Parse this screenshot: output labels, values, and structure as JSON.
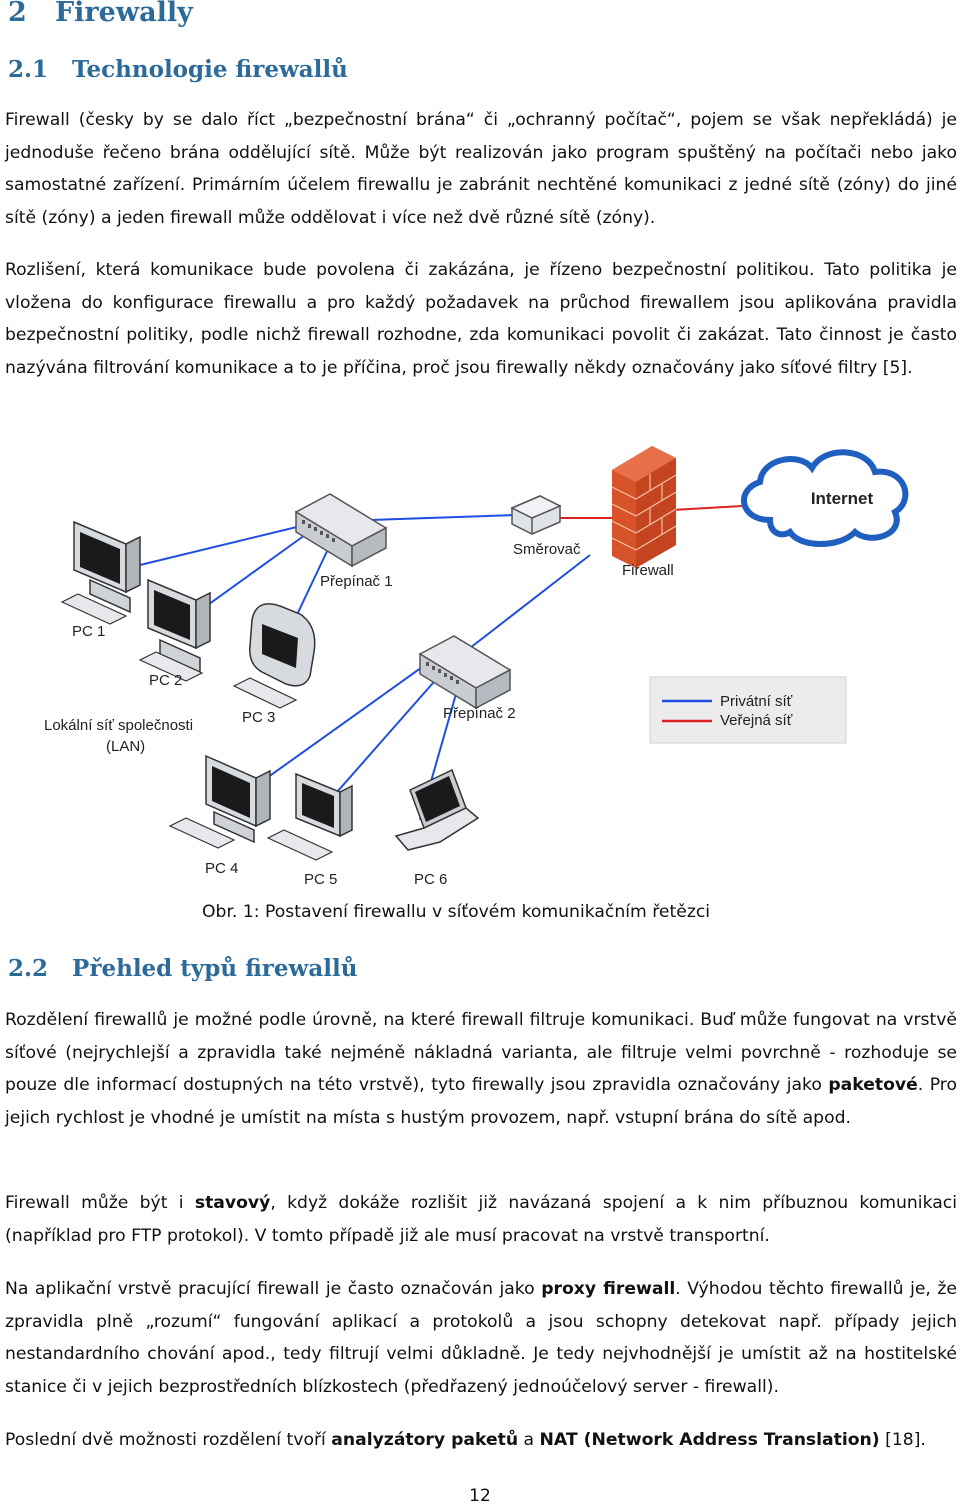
{
  "section1": {
    "number": "2",
    "title": "Firewally"
  },
  "section11": {
    "number": "2.1",
    "title": "Technologie firewallů"
  },
  "para1": {
    "a": "Firewall (česky by se dalo říct „bezpečnostní brána“ či „ochranný počítač“, pojem se však nepřekládá) je jednoduše řečeno brána oddělující sítě. Může být realizován jako program spuštěný na počítači nebo jako samostatné zařízení. Primárním účelem firewallu je zabránit nechtěné komunikaci z jedné sítě (zóny) do jiné sítě (zóny) a jeden firewall může oddělovat i více než dvě různé sítě (zóny)."
  },
  "para2": {
    "a": "Rozlišení, která komunikace bude povolena či zakázána, je řízeno bezpečnostní politikou. Tato politika je vložena do konfigurace firewallu a pro každý požadavek na průchod firewallem jsou aplikována pravidla bezpečnostní politiky, podle nichž firewall rozhodne, zda komunikaci povolit či zakázat. Tato činnost je často nazývána filtrování komunikace a to je příčina, proč jsou firewally někdy označovány jako síťové filtry [5]."
  },
  "figure": {
    "labels": {
      "internet": "Internet",
      "firewall": "Firewall",
      "router": "Směrovač",
      "switch1": "Přepínač 1",
      "switch2": "Přepínač 2",
      "pc1": "PC 1",
      "pc2": "PC 2",
      "pc3": "PC 3",
      "pc4": "PC 4",
      "pc5": "PC 5",
      "pc6": "PC 6",
      "lan1": "Lokální síť společnosti",
      "lan2": "(LAN)"
    },
    "legend": {
      "private": "Privátní síť",
      "public": "Veřejná síť"
    },
    "colors": {
      "private": "#1f4fe0",
      "public": "#e02020",
      "brick": "#d9532a"
    }
  },
  "caption": "Obr. 1: Postavení firewallu v síťovém komunikačním řetězci",
  "section12": {
    "number": "2.2",
    "title": "Přehled typů firewallů"
  },
  "para3": {
    "a": "Rozdělení firewallů je možné podle úrovně, na které firewall filtruje komunikaci. Buď může fungovat na vrstvě síťové (nejrychlejší a zpravidla také nejméně nákladná varianta, ale filtruje velmi povrchně - rozhoduje se pouze dle informací dostupných na této vrstvě), tyto firewally jsou zpravidla označovány jako ",
    "b": "paketové",
    "c": ". Pro jejich rychlost je vhodné je umístit na místa s hustým provozem, např. vstupní brána do sítě apod."
  },
  "para4": {
    "a": "Firewall může být i ",
    "b": "stavový",
    "c": ", když dokáže rozlišit již navázaná spojení a k nim příbuznou komunikaci (například pro FTP protokol). V tomto případě již ale musí pracovat na vrstvě transportní."
  },
  "para5": {
    "a": "Na aplikační vrstvě pracující firewall je často označován jako ",
    "b": "proxy firewall",
    "c": ". Výhodou těchto firewallů je, že zpravidla plně „rozumí“ fungování aplikací a protokolů a jsou schopny detekovat např. případy jejich nestandardního chování apod., tedy filtrují velmi důkladně. Je tedy nejvhodnější je umístit až na hostitelské stanice či v jejich bezprostředních blízkostech (předřazený jednoúčelový server - firewall)."
  },
  "para6": {
    "a": "Poslední dvě možnosti rozdělení tvoří ",
    "b": "analyzátory paketů",
    "c": " a ",
    "d": "NAT (Network Address Translation)",
    "e": " [18]."
  },
  "page_number": "12"
}
